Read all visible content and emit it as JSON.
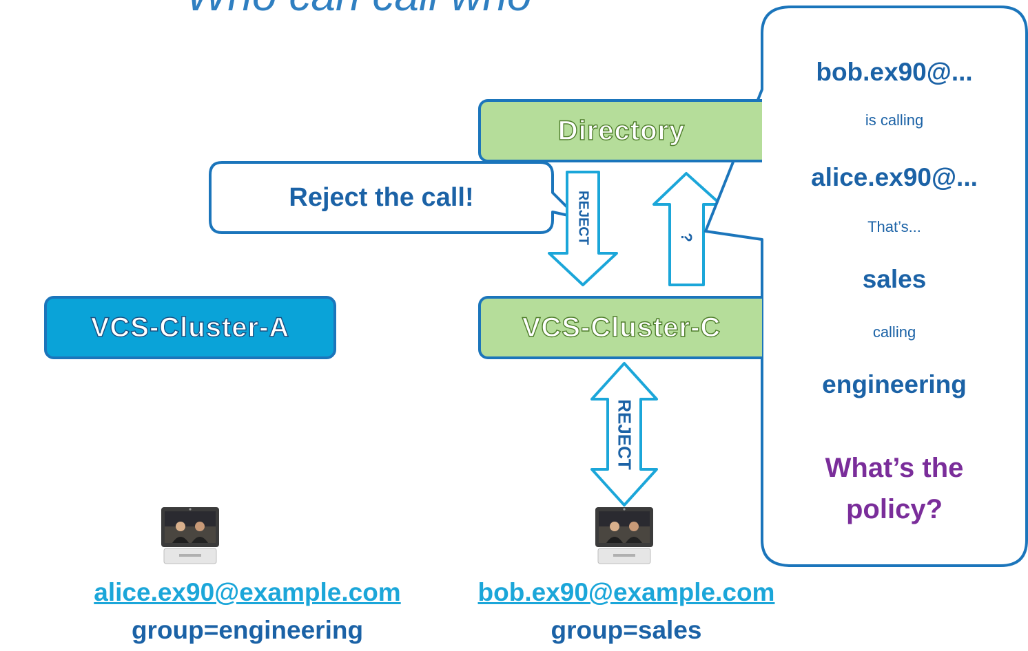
{
  "title": "Who can call who",
  "nodes": {
    "directory": "Directory",
    "cluster_a": "VCS-Cluster-A",
    "cluster_c": "VCS-Cluster-C"
  },
  "reject_callout": "Reject the call!",
  "arrows": {
    "reject_down": "REJECT",
    "query_up": "?",
    "reject_double": "REJECT"
  },
  "info_bubble": {
    "caller": "bob.ex90@...",
    "is_calling": "is calling",
    "callee": "alice.ex90@...",
    "thats": "That’s...",
    "caller_group": "sales",
    "calling": "calling",
    "callee_group": "engineering",
    "question_line1": "What’s the",
    "question_line2": "policy?"
  },
  "endpoints": [
    {
      "address": "alice.ex90@example.com",
      "group": "group=engineering"
    },
    {
      "address": "bob.ex90@example.com",
      "group": "group=sales"
    }
  ],
  "colors": {
    "green_node": "#b5dd9a",
    "blue_node": "#0aa3d8",
    "outline": "#1b75bb",
    "text_dark_blue": "#1b62a6",
    "link_blue": "#1ba6d9",
    "purple": "#7a2d9a"
  }
}
